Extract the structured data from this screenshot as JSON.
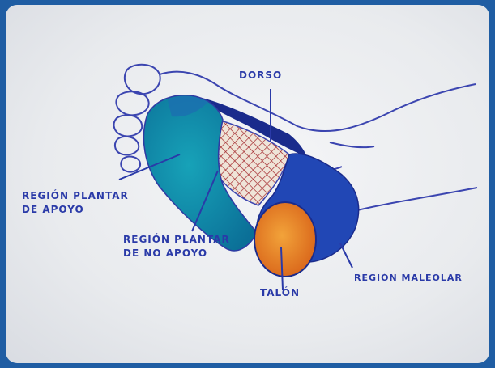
{
  "labels": {
    "dorso": "DORSO",
    "region_plantar_apoyo_1": "REGIÓN PLANTAR",
    "region_plantar_apoyo_2": "DE APOYO",
    "region_plantar_no_apoyo_1": "REGIÓN PLANTAR",
    "region_plantar_no_apoyo_2": "DE NO APOYO",
    "talon": "TALÓN",
    "region_maleolar": "REGIÓN MALEOLAR"
  },
  "colors": {
    "ink": "#2a3aa8",
    "forefoot": "#0f8aa6",
    "midfoot_hatch": "#a3272b",
    "heel": "#e07a1f",
    "malleolar": "#2147b5",
    "frame": "#1f5da3"
  }
}
